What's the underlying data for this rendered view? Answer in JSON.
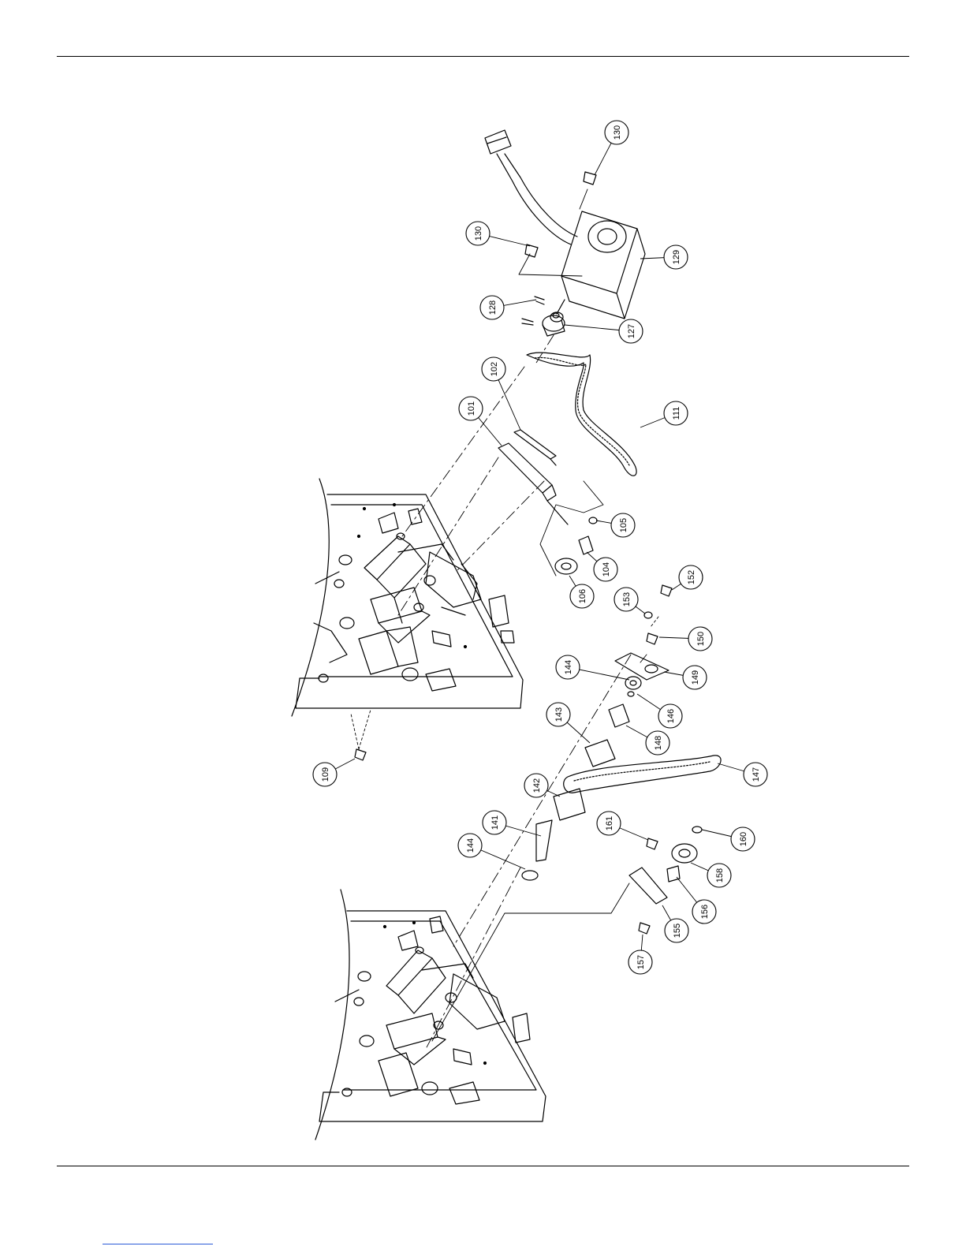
{
  "diagram": {
    "callouts": [
      {
        "id": "c130a",
        "label": "130"
      },
      {
        "id": "c130b",
        "label": "130"
      },
      {
        "id": "c129",
        "label": "129"
      },
      {
        "id": "c128",
        "label": "128"
      },
      {
        "id": "c127",
        "label": "127"
      },
      {
        "id": "c102",
        "label": "102"
      },
      {
        "id": "c101",
        "label": "101"
      },
      {
        "id": "c111",
        "label": "111"
      },
      {
        "id": "c105",
        "label": "105"
      },
      {
        "id": "c104",
        "label": "104"
      },
      {
        "id": "c106",
        "label": "106"
      },
      {
        "id": "c152",
        "label": "152"
      },
      {
        "id": "c153",
        "label": "153"
      },
      {
        "id": "c150",
        "label": "150"
      },
      {
        "id": "c149",
        "label": "149"
      },
      {
        "id": "c144a",
        "label": "144"
      },
      {
        "id": "c146",
        "label": "146"
      },
      {
        "id": "c143",
        "label": "143"
      },
      {
        "id": "c148",
        "label": "148"
      },
      {
        "id": "c147",
        "label": "147"
      },
      {
        "id": "c142",
        "label": "142"
      },
      {
        "id": "c141",
        "label": "141"
      },
      {
        "id": "c144b",
        "label": "144"
      },
      {
        "id": "c161",
        "label": "161"
      },
      {
        "id": "c160",
        "label": "160"
      },
      {
        "id": "c158",
        "label": "158"
      },
      {
        "id": "c156",
        "label": "156"
      },
      {
        "id": "c155",
        "label": "155"
      },
      {
        "id": "c157",
        "label": "157"
      },
      {
        "id": "c109",
        "label": "109"
      }
    ]
  }
}
